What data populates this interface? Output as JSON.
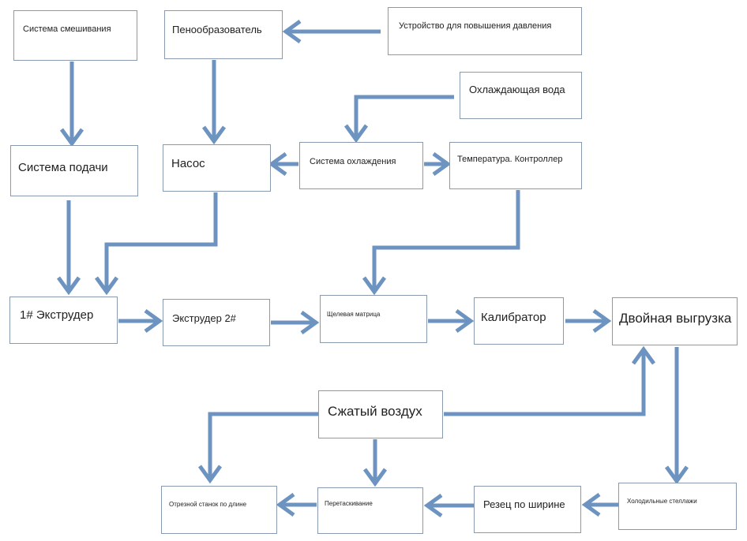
{
  "nodes": {
    "mixing_system": "Система смешивания",
    "foaming_agent": "Пенообразователь",
    "booster": "Устройство для повышения давления",
    "cooling_water": "Охлаждающая вода",
    "feeding_system": "Система подачи",
    "pump": "Насос",
    "cooling_system": "Система охлаждения",
    "temp_controller": "Температура. Контроллер",
    "extruder_1": "1# Экструдер",
    "extruder_2": "Экструдер 2#",
    "slot_die": "Щелевая матрица",
    "calibrator": "Калибратор",
    "double_haul_off": "Двойная выгрузка",
    "compressed_air": "Сжатый воздух",
    "cooling_racks": "Холодильные стеллажи",
    "width_cutter": "Резец по ширине",
    "haul_off": "Перетаскивание",
    "length_cutter": "Отрезной станок по длине"
  },
  "colors": {
    "arrow": "#6d93c0",
    "box_border": "#8a9aae",
    "text": "#222222"
  }
}
